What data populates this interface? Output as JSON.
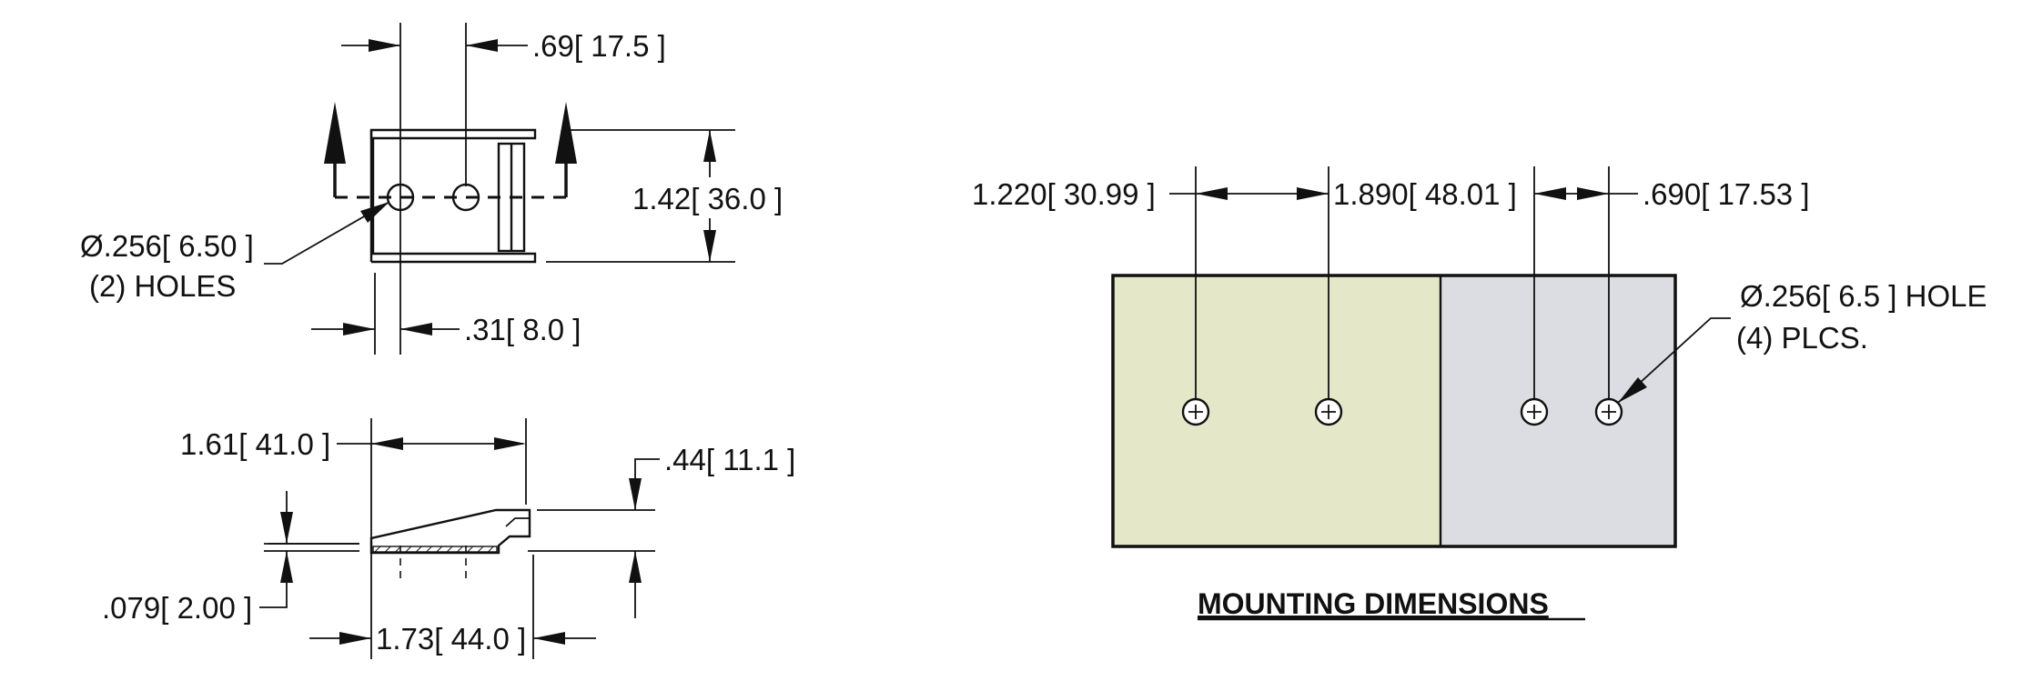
{
  "top_view": {
    "dim_hole_spacing": ".69[ 17.5 ]",
    "dim_height": "1.42[ 36.0 ]",
    "dim_hole_note": "Ø.256[ 6.50 ]",
    "dim_hole_count": "(2) HOLES",
    "dim_edge_offset": ".31[ 8.0 ]"
  },
  "side_view": {
    "dim_length_top": "1.61[ 41.0 ]",
    "dim_thickness": ".079[ 2.00 ]",
    "dim_length_bottom": "1.73[ 44.0 ]",
    "dim_height": ".44[ 11.1 ]"
  },
  "mounting": {
    "title": "MOUNTING DIMENSIONS",
    "dim_1": "1.220[ 30.99 ]",
    "dim_2": "1.890[ 48.01 ]",
    "dim_3": ".690[ 17.53 ]",
    "hole_note": "Ø.256[ 6.5 ] HOLE",
    "hole_count": "(4) PLCS.",
    "colors": {
      "left_panel": "#e4e7c8",
      "right_panel": "#dcdde2"
    }
  }
}
